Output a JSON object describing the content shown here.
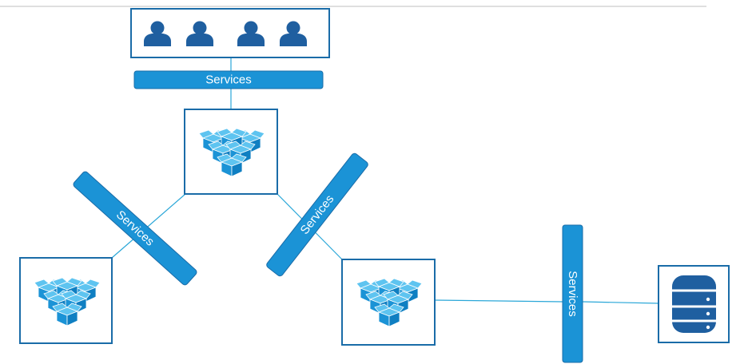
{
  "diagram": {
    "colors": {
      "primary": "#1b93d6",
      "border": "#1a6ca8",
      "line": "#2aa7d8",
      "topline": "#bfbfbf",
      "users": "#1f5fa0",
      "box_light": "#5ec4f0",
      "box_dark": "#0f7fc2"
    },
    "labels": {
      "top": "Services",
      "left": "Services",
      "right": "Services",
      "vertical": "Services"
    },
    "icons": {
      "users": "users-icon",
      "microservices": "microservices-icon",
      "database": "database-icon"
    }
  }
}
